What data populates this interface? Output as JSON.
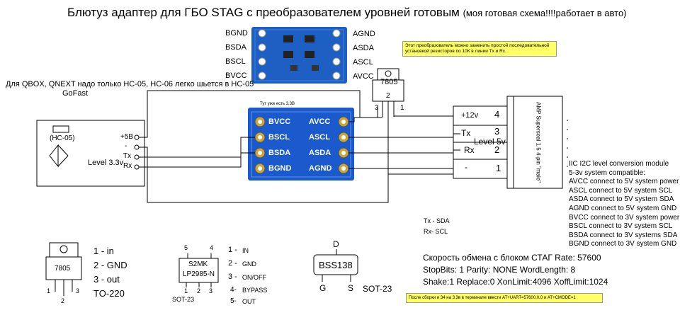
{
  "title": {
    "main": "Блютуз адаптер для ГБО STAG  с преобразователем уровней готовым",
    "note": "(моя готовая схема!!!!работает в авто)"
  },
  "top_board": {
    "left_pins": [
      "BGND",
      "BSDA",
      "BSCL",
      "BVCC"
    ],
    "right_pins": [
      "AGND",
      "ASDA",
      "ASCL",
      "AVCC"
    ]
  },
  "side_note": {
    "line1": "Для QBOX, QNEXT надо только НС-05, НС-06 легко шьется в НС-05",
    "line2": "GoFast"
  },
  "yellow_note_top": "Этот преобразователь можно заменить простой последовательной установкой резисторов по 10К в линии Tx и Rx.",
  "regulator_top": {
    "label": "7805",
    "center_pin": "2",
    "left_pin": "3",
    "right_pin": "1"
  },
  "hc05": {
    "label": "(HC-05)",
    "pins": [
      "+5В",
      "-",
      "Tx",
      "Rx"
    ],
    "level": "Level 3.3v"
  },
  "mid_board": {
    "note": "Тут уже есть 3,3В",
    "left_pins": [
      "BVCC",
      "BSCL",
      "BSDA",
      "BGND"
    ],
    "right_pins": [
      "AVCC",
      "ASCL",
      "ASDA",
      "AGND"
    ]
  },
  "connector": {
    "pins": [
      {
        "name": "+12v",
        "num": "4"
      },
      {
        "name": "Tx",
        "num": "3"
      },
      {
        "name": "Rx",
        "num": "2"
      },
      {
        "name": "-",
        "num": "1"
      }
    ],
    "level": "Level 5v",
    "rotated_text": "AMP Superseal 1.5 4-pin \"male\""
  },
  "legend": [
    "IIC I2C level conversion module",
    "5-3v system compatible:",
    "AVCC connect to 5V system power",
    "ASCL connect to 5V system SCL",
    "ASDA connect to 5V system SDA",
    "AGND connect to 5V system GND",
    "BVCC connect to 3V system power",
    "BSCL connect to 3V system SCL",
    "BSDA connect to 3V systems SDA",
    "BGND connect to 3V system GND"
  ],
  "txrx_note": [
    "Tx - SDA",
    "Rx- SCL"
  ],
  "to220": {
    "label": "7805",
    "pins": [
      "1 - in",
      "2 - GND",
      "3 - out"
    ],
    "package": "TO-220",
    "leg_nums": [
      "1",
      "3",
      "2"
    ]
  },
  "sot23_reg": {
    "top_nums": [
      "5",
      "4"
    ],
    "line1": "S2MK",
    "line2": "LP2985-N",
    "bottom_nums": [
      "1",
      "2",
      "3"
    ],
    "package": "SOT-23",
    "pins_num": [
      "1 -",
      "2 -",
      "3 -",
      "4-",
      "5-"
    ],
    "pins_name": [
      "IN",
      "GND",
      "ON/OFF",
      "BYPASS",
      "OUT"
    ]
  },
  "bss138": {
    "label": "BSS138",
    "d": "D",
    "g": "G",
    "s": "S",
    "package": "SOT-23"
  },
  "comm": [
    "Скорость обмена с блоком СТАГ Rate: 57600",
    "StopBits: 1 Parity: NONE WordLength: 8",
    "Shake:1 Replace:0 XonLimit:4096 XoffLimit:1024"
  ],
  "yellow_note_bottom": "После сборки и 34 на 3.3в в терминале ввести AT+UART=57600,0,0 и AT+CMODE=1"
}
